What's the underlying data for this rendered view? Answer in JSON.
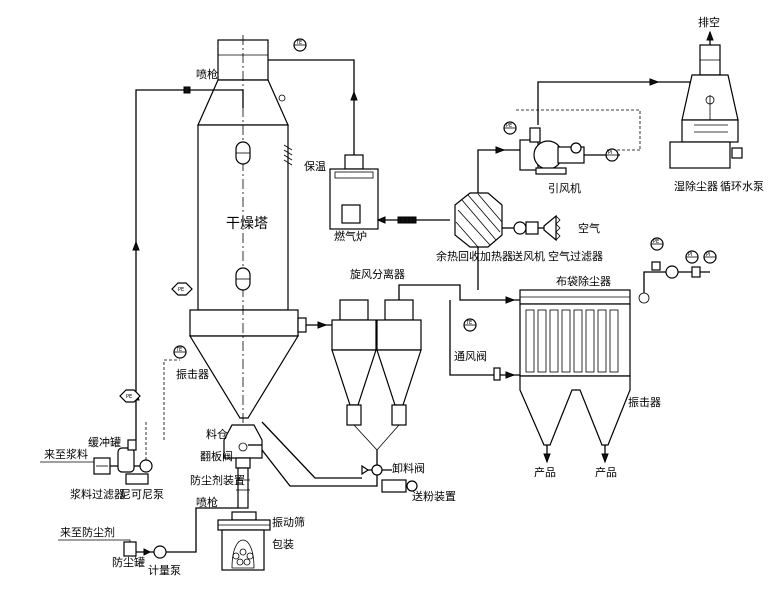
{
  "labels": {
    "exhaust": "排空",
    "spray_gun_top": "喷枪",
    "insulation": "保温",
    "drying_tower": "干燥塔",
    "furnace": "燃气炉",
    "id_fan": "引风机",
    "wet_scrubber": "湿除尘器",
    "circulating_pump": "循环水泵",
    "heat_recovery": "余热回收加热器",
    "supply_fan": "送风机",
    "air": "空气",
    "air_filter": "空气过滤器",
    "cyclone": "旋风分离器",
    "bag_filter": "布袋除尘器",
    "vent_valve": "通风阀",
    "vibrator_tower": "振击器",
    "vibrator_bag": "振击器",
    "product_1": "产品",
    "product_2": "产品",
    "buffer_tank": "缓冲罐",
    "slurry_in": "来至浆料",
    "slurry_filter": "浆料过滤器",
    "nikuni_pump": "尼可尼泵",
    "silo": "料仓",
    "flap_valve": "翻板阀",
    "anti_dust_device": "防尘剂装置",
    "spray_gun_bottom": "喷枪",
    "discharge_valve": "卸料阀",
    "powder_feeder": "送粉装置",
    "vibrating_screen": "振动筛",
    "anti_dust_in": "来至防尘剂",
    "anti_dust_tank": "防尘罐",
    "metering_pump": "计量泵",
    "packing": "包装"
  },
  "instruments": {
    "top_furnace": "TE",
    "tower_side": "PE",
    "fan_inlet": "PE",
    "scrubber": "PI",
    "cyclone_line": "TE",
    "bag_top_left": "PE",
    "bag_top_mid": "PI",
    "bag_top_right": "PI",
    "left_line": "PE",
    "cone_line": "TE"
  }
}
